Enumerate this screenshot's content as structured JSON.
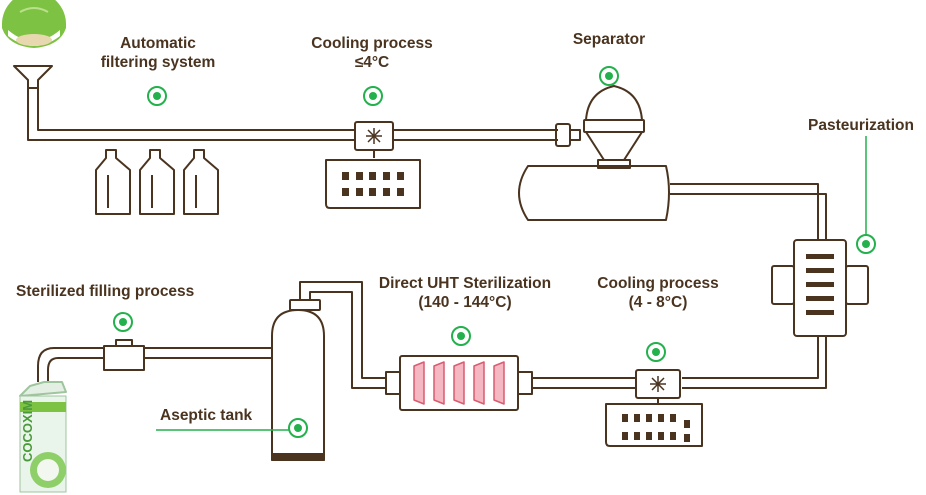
{
  "labels": {
    "filtering": [
      "Automatic",
      "filtering system"
    ],
    "cooling1": [
      "Cooling process",
      "≤4°C"
    ],
    "separator": "Separator",
    "pasteurization": "Pasteurization",
    "sterilized_filling": "Sterilized filling process",
    "uht": [
      "Direct UHT Sterilization",
      "(140 - 144°C)"
    ],
    "cooling2": [
      "Cooling process",
      "(4 - 8°C)"
    ],
    "aseptic_tank": "Aseptic tank"
  },
  "package": {
    "brand": "COCOXIM"
  },
  "colors": {
    "outline": "#4a3420",
    "marker": "#22b14c",
    "uht_fill": "#f5b8c2",
    "uht_stroke": "#d95b70",
    "coconut_green": "#7dc242"
  }
}
